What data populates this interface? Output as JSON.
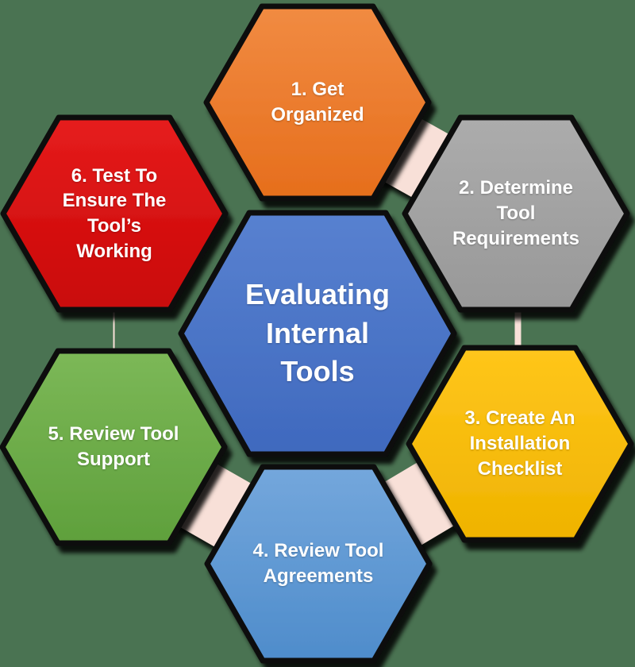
{
  "diagram": {
    "background_color": "#4A7352",
    "connector_color": "#F8E0D8",
    "outline_color": "#0A0A0A",
    "text_color": "#FFFFFF",
    "center": {
      "label": "Evaluating\nInternal\nTools",
      "fill_top": "#5881D0",
      "fill_bottom": "#3F69BE"
    },
    "steps": [
      {
        "label": "1. Get\nOrganized",
        "fill_top": "#F18B42",
        "fill_bottom": "#E66E1C"
      },
      {
        "label": "2. Determine\nTool\nRequirements",
        "fill_top": "#ACACAC",
        "fill_bottom": "#989898"
      },
      {
        "label": "3. Create An\nInstallation\nChecklist",
        "fill_top": "#FFC61B",
        "fill_bottom": "#EFB300"
      },
      {
        "label": "4. Review Tool\nAgreements",
        "fill_top": "#74A7DC",
        "fill_bottom": "#4E8CCB"
      },
      {
        "label": "5. Review Tool\nSupport",
        "fill_top": "#7CB857",
        "fill_bottom": "#5FA03C"
      },
      {
        "label": "6. Test To\nEnsure The\nTool’s\nWorking",
        "fill_top": "#E61D1D",
        "fill_bottom": "#C90707"
      }
    ]
  }
}
